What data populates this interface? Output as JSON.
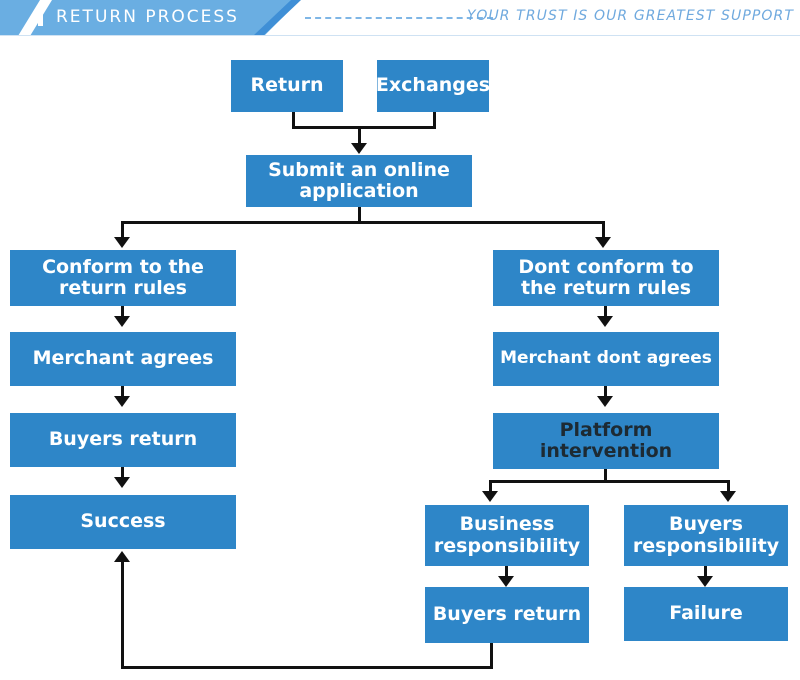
{
  "header": {
    "title": "RETURN PROCESS",
    "tagline": "YOUR TRUST IS OUR GREATEST SUPPORT",
    "band_color": "#6aaee2",
    "wedge_color": "#3f8fd6",
    "tagline_color": "#6fa9de"
  },
  "theme": {
    "node_fill": "#2e86c8",
    "node_text": "#ffffff",
    "node_text_dark": "#1d2a33",
    "connector": "#111111",
    "background": "#ffffff"
  },
  "flow": {
    "nodes": [
      {
        "id": "return",
        "label": "Return"
      },
      {
        "id": "exchanges",
        "label": "Exchanges"
      },
      {
        "id": "submit-application",
        "label": "Submit an online application"
      },
      {
        "id": "conform-rules",
        "label": "Conform to the return rules"
      },
      {
        "id": "merchant-agrees",
        "label": "Merchant agrees"
      },
      {
        "id": "buyers-return-left",
        "label": "Buyers return"
      },
      {
        "id": "success",
        "label": "Success"
      },
      {
        "id": "dont-conform-rules",
        "label": "Dont conform to the return rules"
      },
      {
        "id": "merchant-dont-agrees",
        "label": "Merchant dont agrees"
      },
      {
        "id": "platform-intervention",
        "label": "Platform intervention"
      },
      {
        "id": "business-responsibility",
        "label": "Business responsibility"
      },
      {
        "id": "buyers-responsibility",
        "label": "Buyers responsibility"
      },
      {
        "id": "buyers-return-bottom",
        "label": "Buyers return"
      },
      {
        "id": "failure",
        "label": "Failure"
      }
    ]
  }
}
